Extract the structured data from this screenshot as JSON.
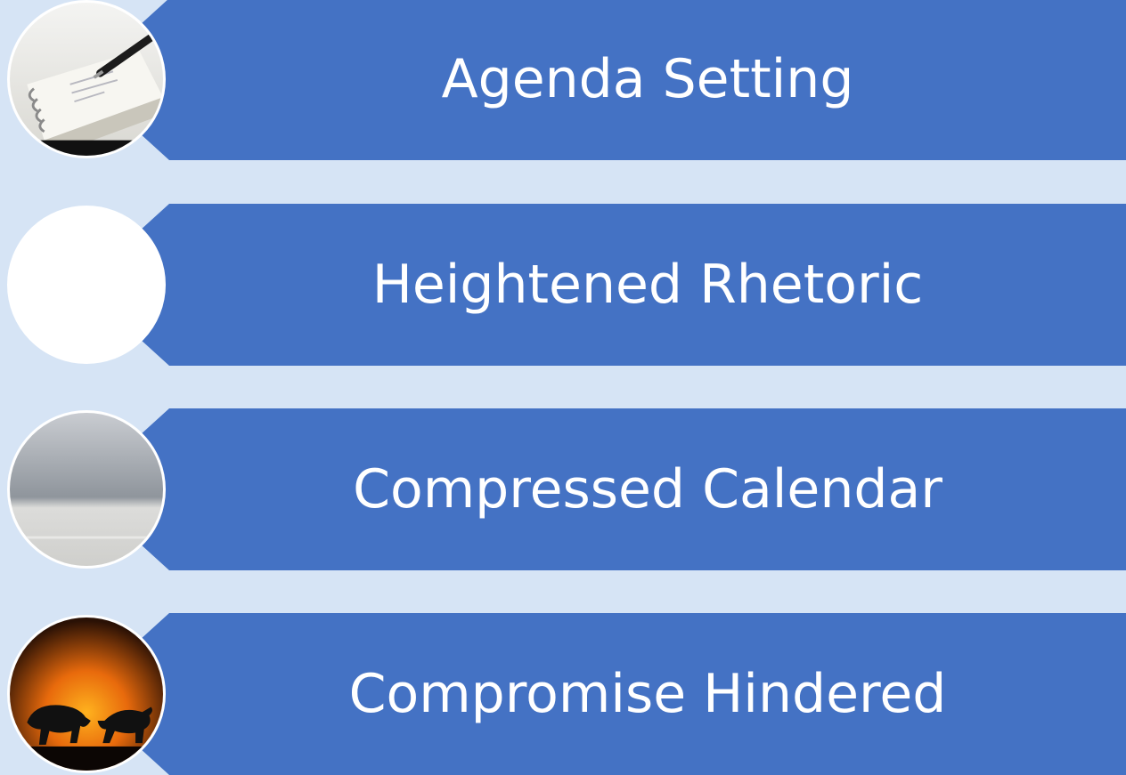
{
  "steps": [
    {
      "label": "Agenda Setting",
      "image": "notebook-pen-photo"
    },
    {
      "label": "Heightened Rhetoric",
      "image": "blank-photo"
    },
    {
      "label": "Compressed Calendar",
      "image": "horizon-photo"
    },
    {
      "label": "Compromise Hindered",
      "image": "bear-bull-silhouette-photo"
    }
  ],
  "colors": {
    "background": "#d6e4f5",
    "band": "#4472c4",
    "text": "#ffffff"
  }
}
